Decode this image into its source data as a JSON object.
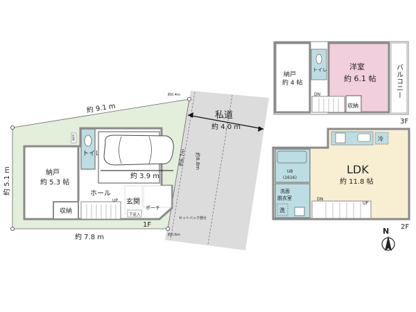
{
  "colors": {
    "lot": "#e3eedb",
    "road": "#dcdcdc",
    "wall": "#8a8a8a",
    "wet_area": "#bcdde3",
    "western_room": "#f2cfdc",
    "ldk": "#f8efd3"
  },
  "floor1": {
    "label": "1F",
    "dim_top": "約 9.1 m",
    "dim_left": "約 5.1 m",
    "dim_bottom": "約 7.8 m",
    "dim_garage": "約 3.9 m",
    "dim_road_edge_1": "約6.7m",
    "dim_road_edge_2": "約6.8m",
    "corner_top": "約0.4m",
    "corner_bottom": "約0.6m",
    "setback_label": "セットバック部分",
    "water_heater": "給湯器",
    "rooms": {
      "storage_room": "納戸",
      "storage_room_size": "約 5.3 帖",
      "toilet": "トイレ",
      "hall": "ホール",
      "closet": "収納",
      "entrance": "玄関",
      "shoe_box": "下足入",
      "porch": "ポーチ",
      "stairs_up": "UP"
    }
  },
  "road": {
    "label": "私道",
    "width": "約 4.0 m"
  },
  "floor2": {
    "label": "2F",
    "rooms": {
      "ldk": "LDK",
      "ldk_size": "約 11.8 帖",
      "bath": "UB",
      "bath_size": "(1616)",
      "washroom_1": "洗面",
      "washroom_2": "脱衣室",
      "washer": "洗",
      "fridge": "冷",
      "stairs_down": "DN",
      "stairs_up": "UP"
    },
    "compass": "N"
  },
  "floor3": {
    "label": "3F",
    "rooms": {
      "storage_room": "納戸",
      "storage_room_size": "約 4 帖",
      "toilet": "トイレ",
      "western_room": "洋室",
      "western_room_size": "約 6.1 帖",
      "closet": "収納",
      "balcony": "バルコニー",
      "stairs_down": "DN"
    }
  }
}
